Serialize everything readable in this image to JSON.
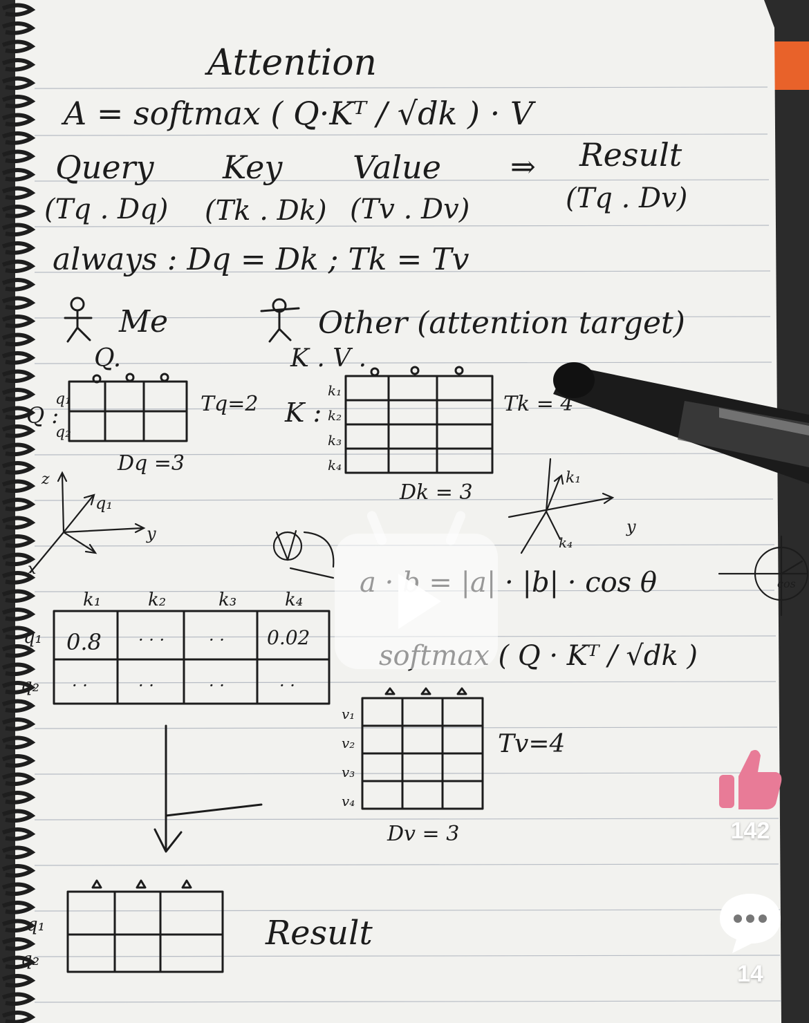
{
  "colors": {
    "paper": "#f2f2ef",
    "ink": "#1c1c1c",
    "like_pink": "#e87b97",
    "spiral": "#222222",
    "orange_tab": "#e8622a"
  },
  "notes": {
    "title": "Attention",
    "formula": "A = softmax ( Q·Kᵀ / √dk ) · V",
    "query": "Query",
    "key": "Key",
    "value": "Value",
    "arrow": "⇒",
    "result": "Result",
    "query_dim": "(Tq . Dq)",
    "key_dim": "(Tk . Dk)",
    "value_dim": "(Tv . Dv)",
    "result_dim": "(Tq . Dv)",
    "always": "always : Dq = Dk  ;  Tk = Tv",
    "me": "Me",
    "other": "Other (attention target)",
    "q_label": "Q.",
    "kv_label": "K . V .",
    "q_row1": "q₁",
    "q_row2": "q₂",
    "q_side": "Q :",
    "tq": "Tq=2",
    "dq": "Dq =3",
    "k_side": "K :",
    "k_row1": "k₁",
    "k_row2": "k₂",
    "k_row3": "k₃",
    "k_row4": "k₄",
    "tk": "Tk = 4",
    "dk": "Dk = 3",
    "axis_z": "z",
    "axis_y": "y",
    "axis_x": "x",
    "axis_q1": "q₁",
    "axis2_k1": "k₁",
    "axis2_k4": "k₄",
    "dot_formula": "a · b = |a| · |b| · cos θ",
    "score_header": [
      "k₁",
      "k₂",
      "k₃",
      "k₄"
    ],
    "score_rows": [
      {
        "label": "q₁",
        "cells": [
          "0.8",
          "· · ·",
          "· ·",
          "0.02"
        ]
      },
      {
        "label": "q₂",
        "cells": [
          "· ·",
          "· ·",
          "· ·",
          "· ·"
        ]
      }
    ],
    "softmax2": "softmax ( Q · Kᵀ / √dk )",
    "v_row1": "v₁",
    "v_row2": "v₂",
    "v_row3": "v₃",
    "v_row4": "v₄",
    "tv": "Tv=4",
    "dv": "Dv = 3",
    "result_row1": "q₁",
    "result_row2": "q₂",
    "result_label": "Result",
    "cos_label": "cos"
  },
  "actions": {
    "like_count": "142",
    "comment_count": "14",
    "like_icon": "thumbs-up-icon",
    "comment_icon": "speech-bubble-icon",
    "play_icon": "play-icon"
  }
}
